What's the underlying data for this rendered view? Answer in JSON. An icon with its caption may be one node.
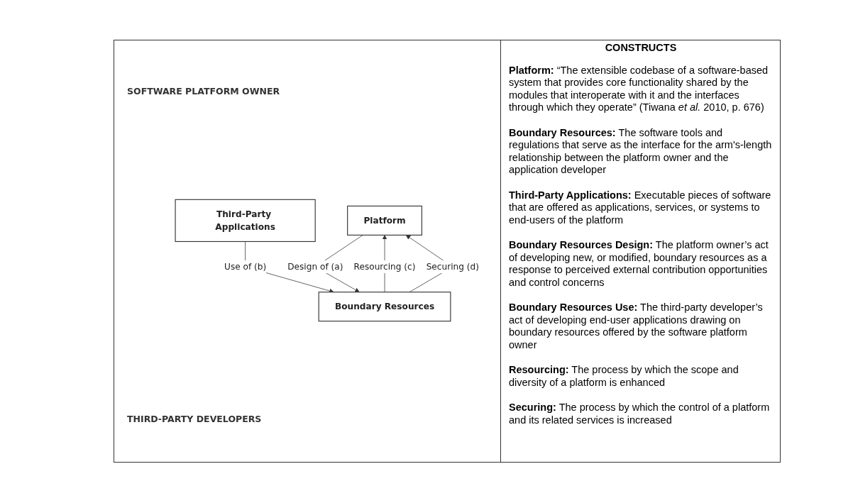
{
  "diagram": {
    "nodes": [
      {
        "text": [
          "Platform"
        ]
      },
      {
        "text": [
          "Boundary Resources"
        ]
      },
      {
        "text": [
          "Third-Party Applications"
        ]
      }
    ],
    "edges": [
      {
        "from": 1,
        "to": 0,
        "arrow": "to",
        "label": "Resourcing (c)"
      },
      {
        "from": 0,
        "to": 1,
        "arrow": "to",
        "label": "Design of (a)"
      },
      {
        "from": 1,
        "to": 0,
        "arrow": "to",
        "label": "Securing (d)"
      },
      {
        "from": 2,
        "to": 1,
        "arrow": "to",
        "label": "Use of (b)"
      }
    ],
    "labels": [
      "SOFTWARE PLATFORM OWNER",
      "THIRD-PARTY DEVELOPERS",
      "CONSTRUCTS",
      "**Platform:** “The extensible codebase of a software-based system that provides core functionality shared by the modules that interoperate with it and the interfaces through which they operate” (Tiwana *et al.* 2010, p. 676)",
      "**Boundary Resources:** The software tools and regulations that serve as the interface for the arm's-length relationship between the platform owner and the application developer",
      "**Third-Party Applications:** Executable pieces of software that are offered as applications, services, or systems to end-users of the platform",
      "**Boundary Resources Design:** The platform owner’s act of developing new, or modified, boundary resources as a response to perceived external contribution opportunities and control concerns",
      "**Boundary Resources Use:** The third-party developer’s act of developing end-user applications drawing on boundary resources offered by the software platform owner",
      "**Resourcing:** The process by which the scope and diversity of a platform is enhanced",
      "**Securing:** The process by which the control of a platform and its related services is increased"
    ]
  }
}
